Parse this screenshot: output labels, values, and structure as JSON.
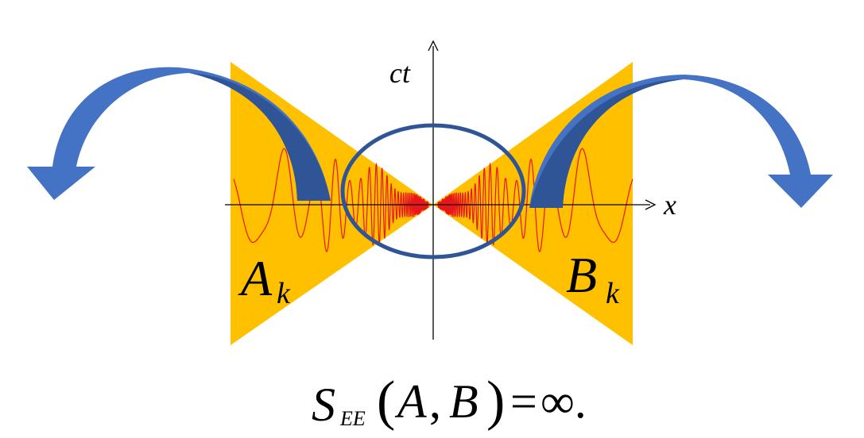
{
  "diagram": {
    "axis_labels": {
      "time": "ct",
      "space": "x"
    },
    "region_labels": {
      "left": {
        "base": "A",
        "sub": "k"
      },
      "right": {
        "base": "B",
        "sub": "k"
      }
    },
    "equation": {
      "lhs_base": "S",
      "lhs_sub": "EE",
      "open": "(",
      "arg1": "A",
      "comma": ",",
      "arg2": "B",
      "close": ")",
      "equals": "=",
      "value": "∞."
    }
  },
  "colors": {
    "wedge": "#FFC000",
    "arrow_fill": "#4472C4",
    "arrow_dark": "#2F5597",
    "ellipse_stroke": "#2F5597",
    "wave": "#E8151B",
    "axis": "#000000"
  }
}
